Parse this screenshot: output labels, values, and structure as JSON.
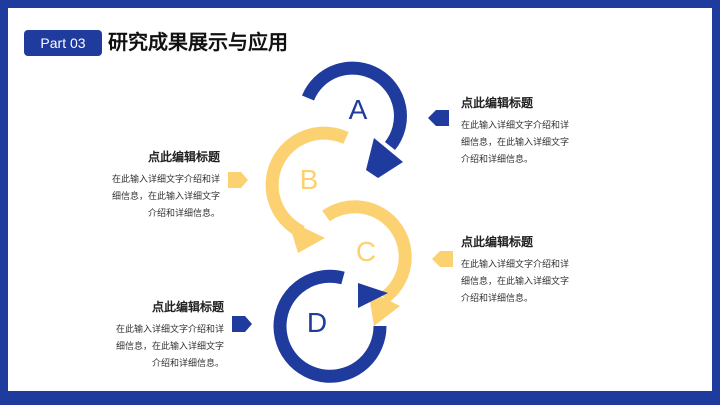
{
  "header": {
    "badge": "Part 03",
    "title": "研究成果展示与应用"
  },
  "items": [
    {
      "letter": "A",
      "title": "点此编辑标题",
      "desc": [
        "在此输入详细文字介绍和详",
        "细信息，在此输入详细文字",
        "介绍和详细信息。"
      ],
      "color": "#1f3b9e"
    },
    {
      "letter": "B",
      "title": "点此编辑标题",
      "desc": [
        "在此输入详细文字介绍和详",
        "细信息，在此输入详细文字",
        "介绍和详细信息。"
      ],
      "color": "#fcd172"
    },
    {
      "letter": "C",
      "title": "点此编辑标题",
      "desc": [
        "在此输入详细文字介绍和详",
        "细信息，在此输入详细文字",
        "介绍和详细信息。"
      ],
      "color": "#fcd172"
    },
    {
      "letter": "D",
      "title": "点此编辑标题",
      "desc": [
        "在此输入详细文字介绍和详",
        "细信息，在此输入详细文字",
        "介绍和详细信息。"
      ],
      "color": "#1f3b9e"
    }
  ]
}
